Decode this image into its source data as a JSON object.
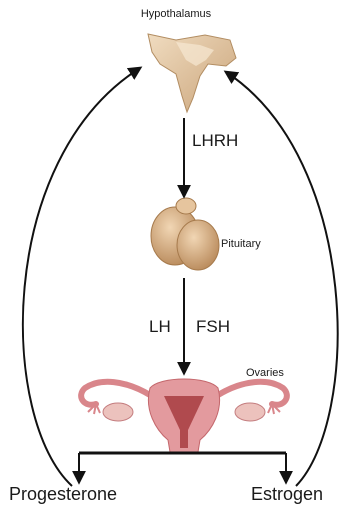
{
  "labels": {
    "hypothalamus": "Hypothalamus",
    "lhrh": "LHRH",
    "pituitary": "Pituitary",
    "lh": "LH",
    "fsh": "FSH",
    "ovaries": "Ovaries",
    "progesterone": "Progesterone",
    "estrogen": "Estrogen"
  },
  "colors": {
    "hypothalamus": "#e2c39b",
    "pituitary": "#d4a878",
    "uterus": "#e39a9e",
    "uterus_inner": "#b04a4e",
    "ovary": "#ecc2bd",
    "arrow": "#111111"
  }
}
